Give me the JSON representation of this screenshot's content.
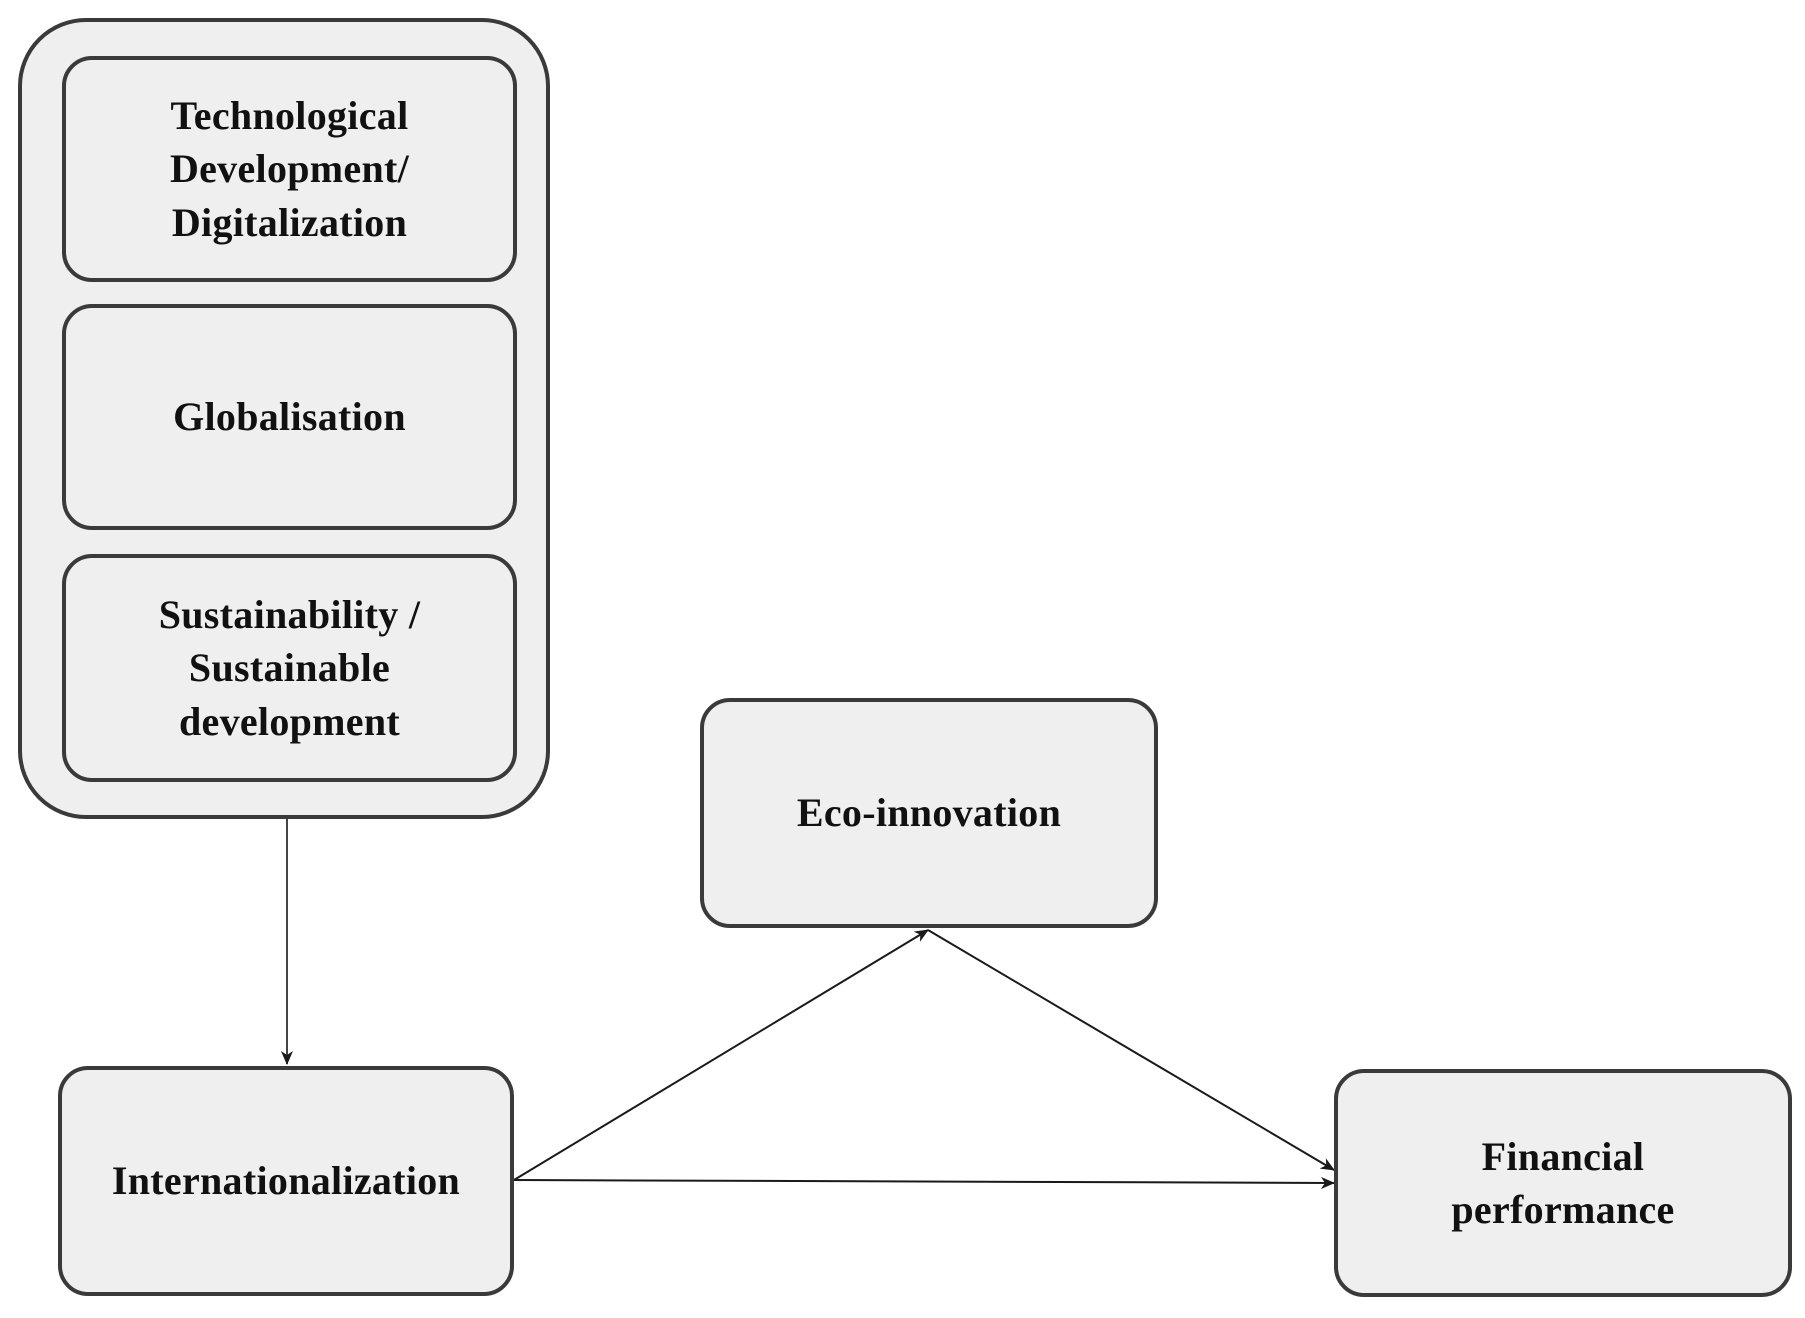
{
  "diagram": {
    "group": {
      "nodes": [
        {
          "id": "tech",
          "label": "Technological\nDevelopment/\nDigitalization"
        },
        {
          "id": "glob",
          "label": "Globalisation"
        },
        {
          "id": "sust",
          "label": "Sustainability /\nSustainable\ndevelopment"
        }
      ]
    },
    "nodes": {
      "internationalization": {
        "label": "Internationalization"
      },
      "eco_innovation": {
        "label": "Eco-innovation"
      },
      "financial_performance": {
        "label": "Financial\nperformance"
      }
    },
    "edges": [
      {
        "from": "group",
        "to": "internationalization"
      },
      {
        "from": "internationalization",
        "to": "eco_innovation"
      },
      {
        "from": "eco_innovation",
        "to": "financial_performance"
      },
      {
        "from": "internationalization",
        "to": "financial_performance"
      }
    ],
    "colors": {
      "box_fill": "#efefef",
      "box_border": "#3a3a3a",
      "text": "#111111",
      "arrow": "#1a1a1a"
    }
  }
}
